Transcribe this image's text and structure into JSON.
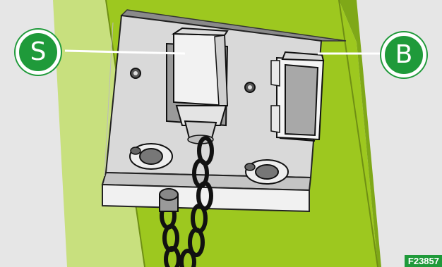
{
  "callouts": {
    "s_label": "S",
    "b_label": "B"
  },
  "figure_id": "F23857",
  "colors": {
    "background": "#e6e6e6",
    "post_green": "#9dc81f",
    "light_green": "#c6e07a",
    "callout_green": "#1f9a3a",
    "bracket": "#eeeeee"
  },
  "icons": [
    "connector-socket-s-icon",
    "connector-socket-b-icon",
    "chain-icon",
    "bolt-icon"
  ]
}
